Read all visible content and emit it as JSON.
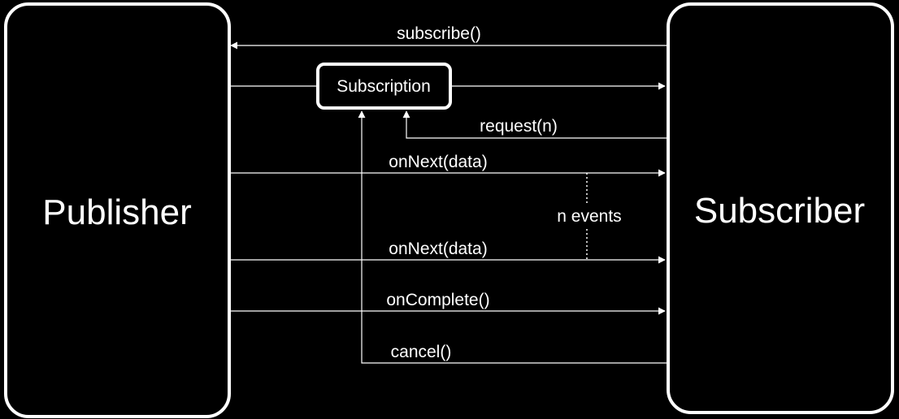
{
  "diagram": {
    "publisher": {
      "label": "Publisher"
    },
    "subscriber": {
      "label": "Subscriber"
    },
    "subscription": {
      "label": "Subscription"
    },
    "messages": {
      "subscribe": "subscribe()",
      "request": "request(n)",
      "on_next_1": "onNext(data)",
      "n_events": "n events",
      "on_next_2": "onNext(data)",
      "on_complete": "onComplete()",
      "cancel": "cancel()"
    },
    "colors": {
      "background": "#000000",
      "foreground": "#ffffff"
    }
  }
}
